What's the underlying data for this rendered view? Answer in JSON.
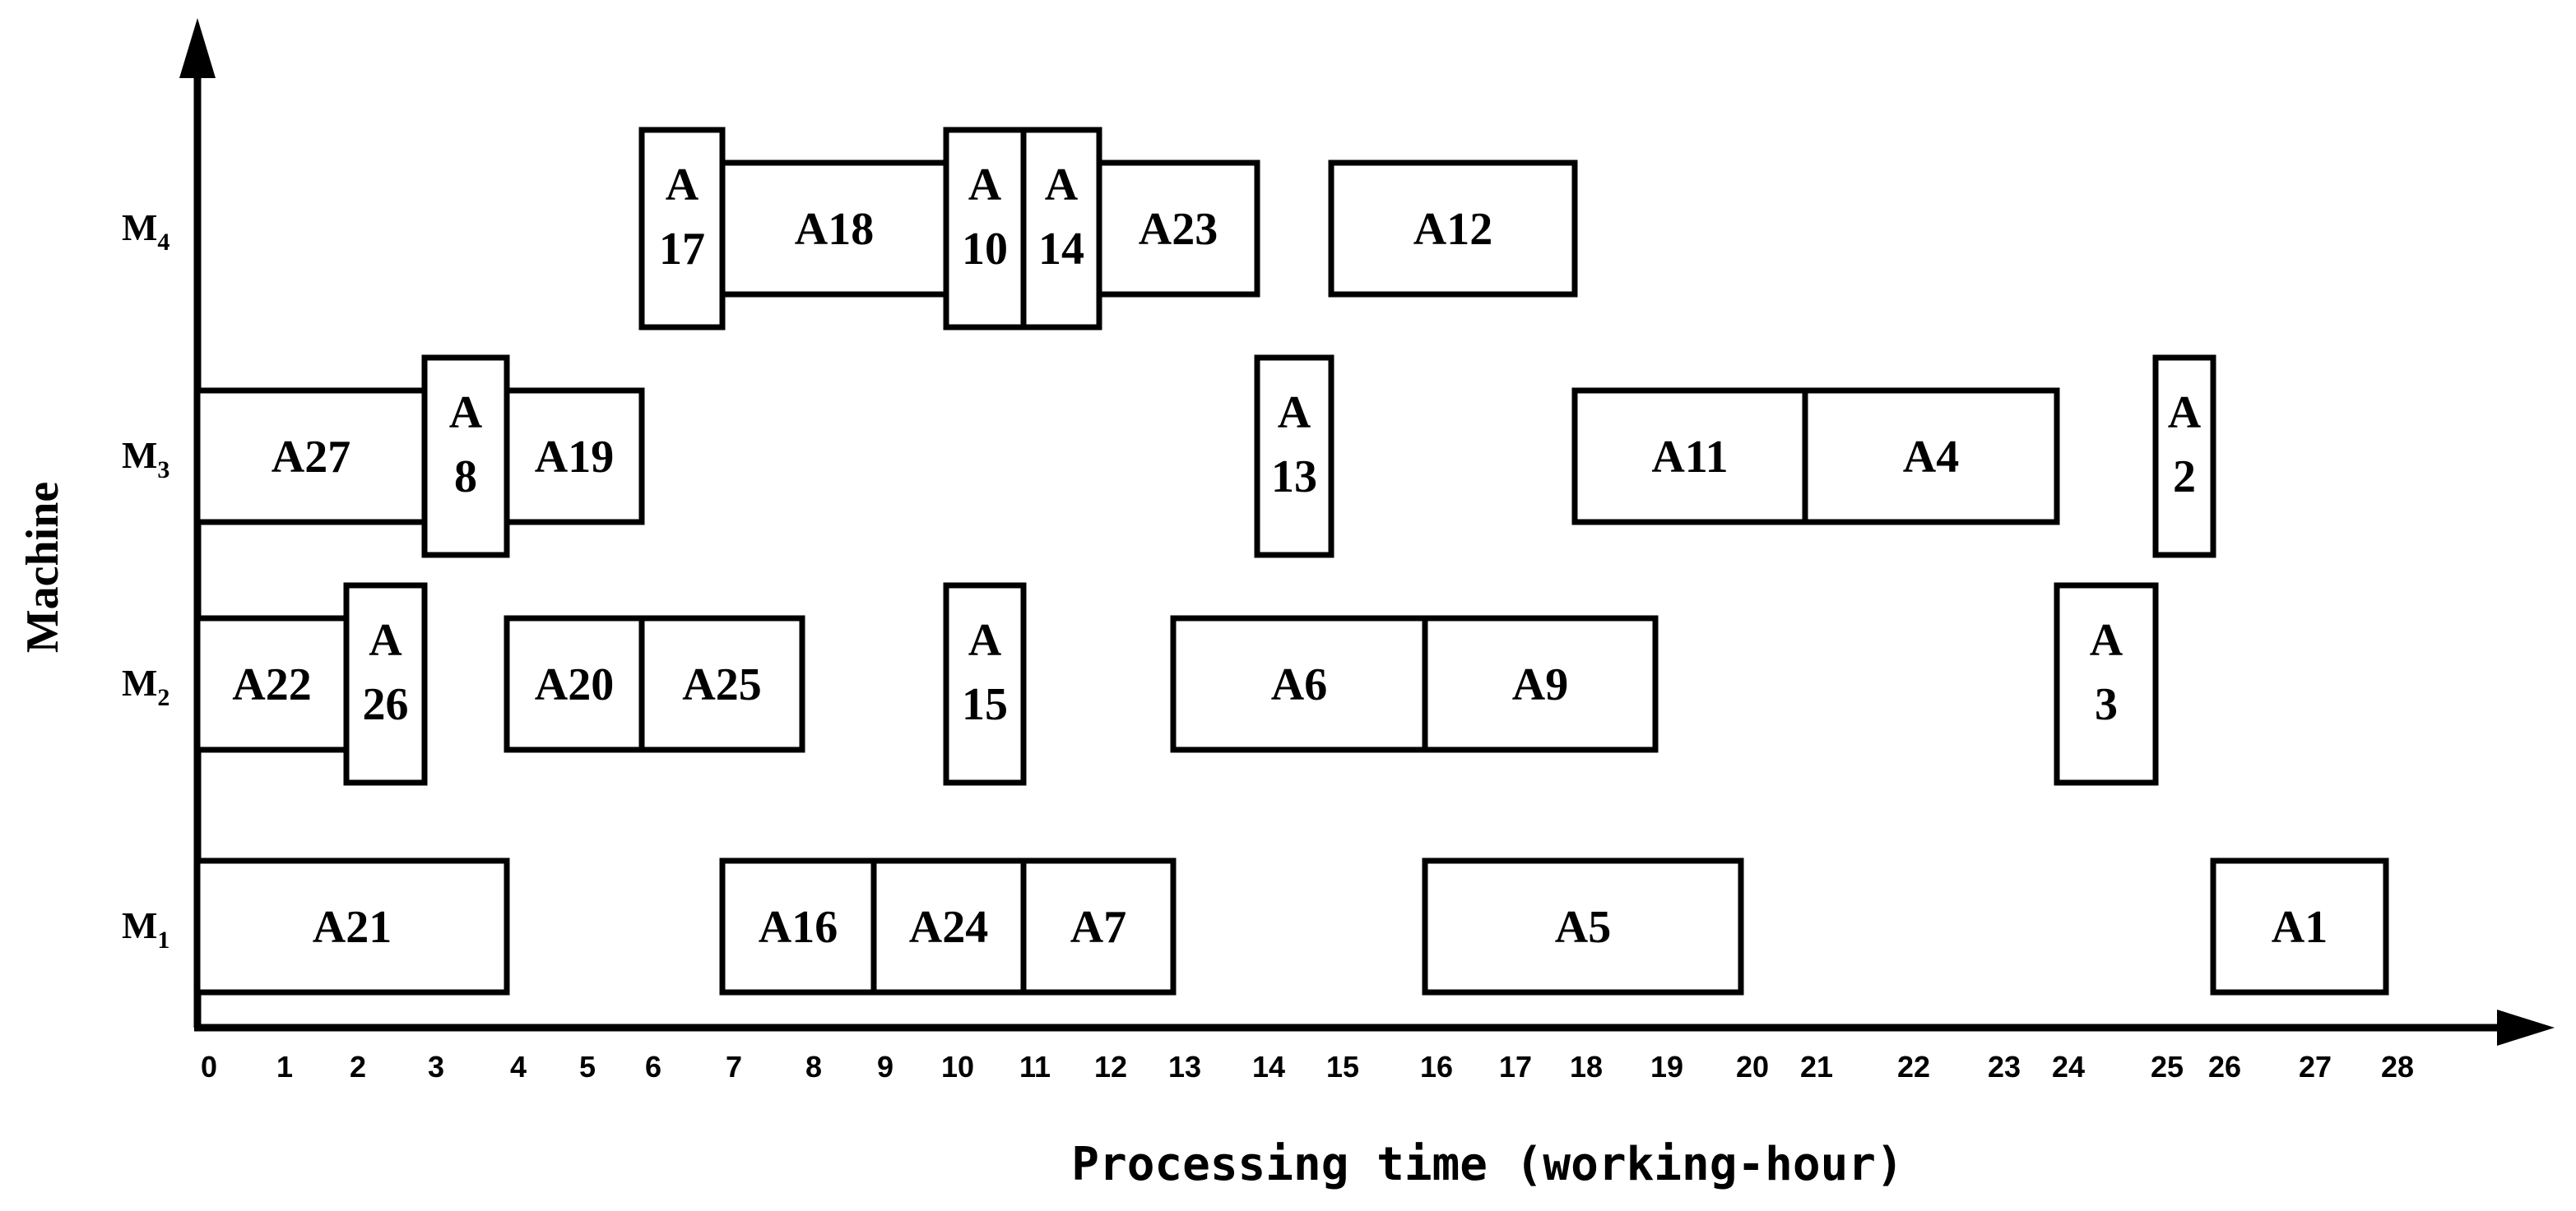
{
  "chart_data": {
    "type": "gantt",
    "xlabel": "Processing time (working-hour)",
    "ylabel": "Machine",
    "x_ticks": [
      "0",
      "1",
      "2",
      "3",
      "4",
      "5",
      "6",
      "7",
      "8",
      "9",
      "10",
      "11",
      "12",
      "13",
      "14",
      "15",
      "16",
      "17",
      "18",
      "19",
      "20",
      "21",
      "22",
      "23",
      "24",
      "25",
      "26",
      "27",
      "28"
    ],
    "machines": [
      {
        "id": "M4",
        "main": "M",
        "sub": "4"
      },
      {
        "id": "M3",
        "main": "M",
        "sub": "3"
      },
      {
        "id": "M2",
        "main": "M",
        "sub": "2"
      },
      {
        "id": "M1",
        "main": "M",
        "sub": "1"
      }
    ],
    "tasks": [
      {
        "machine": "M1",
        "lines": [
          "A21"
        ],
        "start": 0,
        "end": 4
      },
      {
        "machine": "M1",
        "lines": [
          "A16"
        ],
        "start": 7,
        "end": 9
      },
      {
        "machine": "M1",
        "lines": [
          "A24"
        ],
        "start": 9,
        "end": 11
      },
      {
        "machine": "M1",
        "lines": [
          "A7"
        ],
        "start": 11,
        "end": 13
      },
      {
        "machine": "M1",
        "lines": [
          "A5"
        ],
        "start": 16,
        "end": 20
      },
      {
        "machine": "M1",
        "lines": [
          "A1"
        ],
        "start": 26,
        "end": 28
      },
      {
        "machine": "M2",
        "lines": [
          "A22"
        ],
        "start": 0,
        "end": 2
      },
      {
        "machine": "M2",
        "lines": [
          "A",
          "26"
        ],
        "start": 2,
        "end": 3
      },
      {
        "machine": "M2",
        "lines": [
          "A20"
        ],
        "start": 4,
        "end": 6
      },
      {
        "machine": "M2",
        "lines": [
          "A25"
        ],
        "start": 6,
        "end": 8
      },
      {
        "machine": "M2",
        "lines": [
          "A",
          "15"
        ],
        "start": 10,
        "end": 11
      },
      {
        "machine": "M2",
        "lines": [
          "A6"
        ],
        "start": 13,
        "end": 16
      },
      {
        "machine": "M2",
        "lines": [
          "A9"
        ],
        "start": 16,
        "end": 19
      },
      {
        "machine": "M2",
        "lines": [
          "A",
          "3"
        ],
        "start": 24,
        "end": 25
      },
      {
        "machine": "M3",
        "lines": [
          "A27"
        ],
        "start": 0,
        "end": 3
      },
      {
        "machine": "M3",
        "lines": [
          "A",
          "8"
        ],
        "start": 3,
        "end": 4
      },
      {
        "machine": "M3",
        "lines": [
          "A19"
        ],
        "start": 4,
        "end": 6
      },
      {
        "machine": "M3",
        "lines": [
          "A",
          "13"
        ],
        "start": 14,
        "end": 15
      },
      {
        "machine": "M3",
        "lines": [
          "A11"
        ],
        "start": 18,
        "end": 21
      },
      {
        "machine": "M3",
        "lines": [
          "A4"
        ],
        "start": 21,
        "end": 24
      },
      {
        "machine": "M3",
        "lines": [
          "A",
          "2"
        ],
        "start": 25,
        "end": 26
      },
      {
        "machine": "M4",
        "lines": [
          "A",
          "17"
        ],
        "start": 6,
        "end": 7
      },
      {
        "machine": "M4",
        "lines": [
          "A18"
        ],
        "start": 7,
        "end": 10
      },
      {
        "machine": "M4",
        "lines": [
          "A",
          "10"
        ],
        "start": 10,
        "end": 11
      },
      {
        "machine": "M4",
        "lines": [
          "A",
          "14"
        ],
        "start": 11,
        "end": 12
      },
      {
        "machine": "M4",
        "lines": [
          "A23"
        ],
        "start": 12,
        "end": 14
      },
      {
        "machine": "M4",
        "lines": [
          "A12"
        ],
        "start": 15,
        "end": 18
      }
    ]
  }
}
